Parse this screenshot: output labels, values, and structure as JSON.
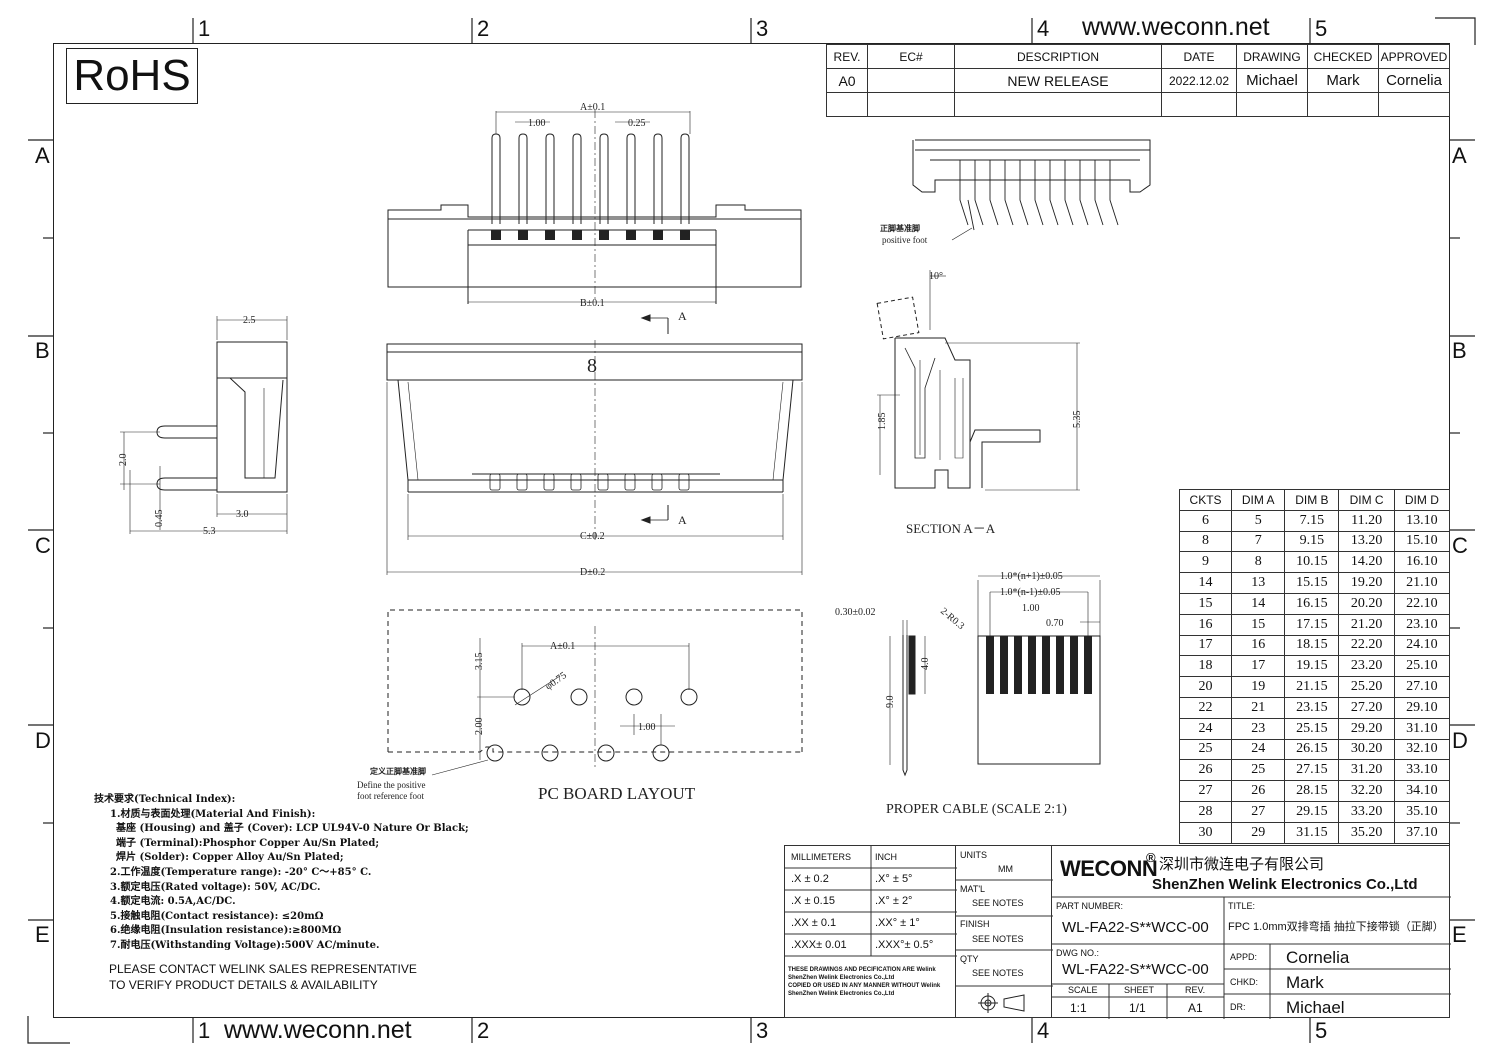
{
  "header": {
    "rohs": "RoHS",
    "url_top": "www.weconn.net",
    "url_bottom": "www.weconn.net"
  },
  "zones": {
    "columns": [
      "1",
      "2",
      "3",
      "4",
      "5"
    ],
    "rows": [
      "A",
      "B",
      "C",
      "D",
      "E"
    ]
  },
  "revision_table": {
    "headers": [
      "REV.",
      "EC#",
      "DESCRIPTION",
      "DATE",
      "DRAWING",
      "CHECKED",
      "APPROVED"
    ],
    "row": [
      "A0",
      "",
      "NEW RELEASE",
      "2022.12.02",
      "Michael",
      "Mark",
      "Cornelia"
    ]
  },
  "dimension_table": {
    "headers": [
      "CKTS",
      "DIM A",
      "DIM B",
      "DIM C",
      "DIM D"
    ],
    "rows": [
      [
        "6",
        "5",
        "7.15",
        "11.20",
        "13.10"
      ],
      [
        "8",
        "7",
        "9.15",
        "13.20",
        "15.10"
      ],
      [
        "9",
        "8",
        "10.15",
        "14.20",
        "16.10"
      ],
      [
        "14",
        "13",
        "15.15",
        "19.20",
        "21.10"
      ],
      [
        "15",
        "14",
        "16.15",
        "20.20",
        "22.10"
      ],
      [
        "16",
        "15",
        "17.15",
        "21.20",
        "23.10"
      ],
      [
        "17",
        "16",
        "18.15",
        "22.20",
        "24.10"
      ],
      [
        "18",
        "17",
        "19.15",
        "23.20",
        "25.10"
      ],
      [
        "20",
        "19",
        "21.15",
        "25.20",
        "27.10"
      ],
      [
        "22",
        "21",
        "23.15",
        "27.20",
        "29.10"
      ],
      [
        "24",
        "23",
        "25.15",
        "29.20",
        "31.10"
      ],
      [
        "25",
        "24",
        "26.15",
        "30.20",
        "32.10"
      ],
      [
        "26",
        "25",
        "27.15",
        "31.20",
        "33.10"
      ],
      [
        "27",
        "26",
        "28.15",
        "32.20",
        "34.10"
      ],
      [
        "28",
        "27",
        "29.15",
        "33.20",
        "35.10"
      ],
      [
        "30",
        "29",
        "31.15",
        "35.20",
        "37.10"
      ]
    ]
  },
  "labels": {
    "dim_a_top": "A±0.1",
    "pitch": "1.00",
    "pin_w": "0.25",
    "dim_b": "B±0.1",
    "dim_c": "C±0.2",
    "dim_d": "D±0.2",
    "section_marker": "A",
    "pin_count": "8",
    "side_w": "2.5",
    "side_h": "2.0",
    "side_tail": "3.0",
    "side_total": "5.3",
    "side_thk": "0.45",
    "angle": "10°",
    "sec_h1": "1.85",
    "sec_h2": "5.35",
    "section_title": "SECTION  A－A",
    "pos_foot_cn": "正脚基准脚",
    "pos_foot_en": "positive foot",
    "pcb_a": "A±0.1",
    "pcb_dia": "φ0.75",
    "pcb_h1": "3.15",
    "pcb_h2": "2.00",
    "pcb_pitch": "1.00",
    "pcb_foot_cn": "定义正脚基准脚",
    "pcb_foot_en1": "Define the positive",
    "pcb_foot_en2": "foot reference foot",
    "pcb_title": "PC BOARD LAYOUT",
    "cab_thk": "0.30±0.02",
    "cab_r": "2-R0.3",
    "cab_w1": "1.0*(n+1)±0.05",
    "cab_w2": "1.0*(n-1)±0.05",
    "cab_pitch": "1.00",
    "cab_cond": "0.70",
    "cab_l1": "4.0",
    "cab_l2": "9.0",
    "cab_title": "PROPER CABLE (SCALE 2:1)"
  },
  "notes": {
    "title": "技术要求(Technical Index):",
    "lines": [
      "1.材质与表面处理(Material And Finish):",
      "基座 (Housing) and 盖子 (Cover): LCP UL94V-0 Nature Or Black;",
      "端子 (Terminal):Phosphor Copper Au/Sn Plated;",
      "焊片 (Solder): Copper Alloy Au/Sn Plated;",
      "2.工作温度(Temperature range): -20° C～+85° C.",
      "3.额定电压(Rated voltage): 50V, AC/DC.",
      "4.额定电流: 0.5A,AC/DC.",
      "5.接触电阻(Contact resistance): ≤20mΩ",
      "6.绝缘电阻(Insulation resistance):≥800MΩ",
      "7.耐电压(Withstanding Voltage):500V AC/minute."
    ],
    "contact1": "PLEASE CONTACT WELINK SALES REPRESENTATIVE",
    "contact2": "TO VERIFY PRODUCT DETAILS & AVAILABILITY"
  },
  "title_block": {
    "tol_mm": "MILLIMETERS",
    "tol_in": "INCH",
    "tol_rows": [
      [
        ".X  ±  0.2",
        ".X°  ±  5°"
      ],
      [
        ".X  ±  0.15",
        ".X°  ±  2°"
      ],
      [
        ".XX  ±  0.1",
        ".XX°  ±  1°"
      ],
      [
        ".XXX±  0.01",
        ".XXX°±  0.5°"
      ]
    ],
    "disclaimer": [
      "THESE DRAWINGS AND PECIFICATION  ARE Welink",
      "ShenZhen Welink Electronics Co.,Ltd",
      " COPIED OR USED IN ANY MANNER WITHOUT Welink",
      "ShenZhen Welink Electronics Co.,Ltd"
    ],
    "units_label": "UNITS",
    "units_value": "MM",
    "matl_label": "MAT'L",
    "matl_value": "SEE NOTES",
    "finish_label": "FINISH",
    "finish_value": "SEE NOTES",
    "qty_label": "QTY",
    "qty_value": "SEE NOTES",
    "brand": "WECONN",
    "reg": "®",
    "company_cn": "深圳市微连电子有限公司",
    "company_en": "ShenZhen Welink Electronics Co.,Ltd",
    "part_label": "PART NUMBER:",
    "part_value": "WL-FA22-S**WCC-00",
    "title_label": "TITLE:",
    "title_value": "FPC 1.0mm双排弯插 抽拉下接带锁（正脚）",
    "dwg_label": "DWG NO.:",
    "dwg_value": "WL-FA22-S**WCC-00",
    "scale_label": "SCALE",
    "scale_value": "1:1",
    "sheet_label": "SHEET",
    "sheet_value": "1/1",
    "rev_label": "REV.",
    "rev_value": "A1",
    "appd_label": "APPD:",
    "appd_value": "Cornelia",
    "chkd_label": "CHKD:",
    "chkd_value": "Mark",
    "dr_label": "DR:",
    "dr_value": "Michael"
  }
}
